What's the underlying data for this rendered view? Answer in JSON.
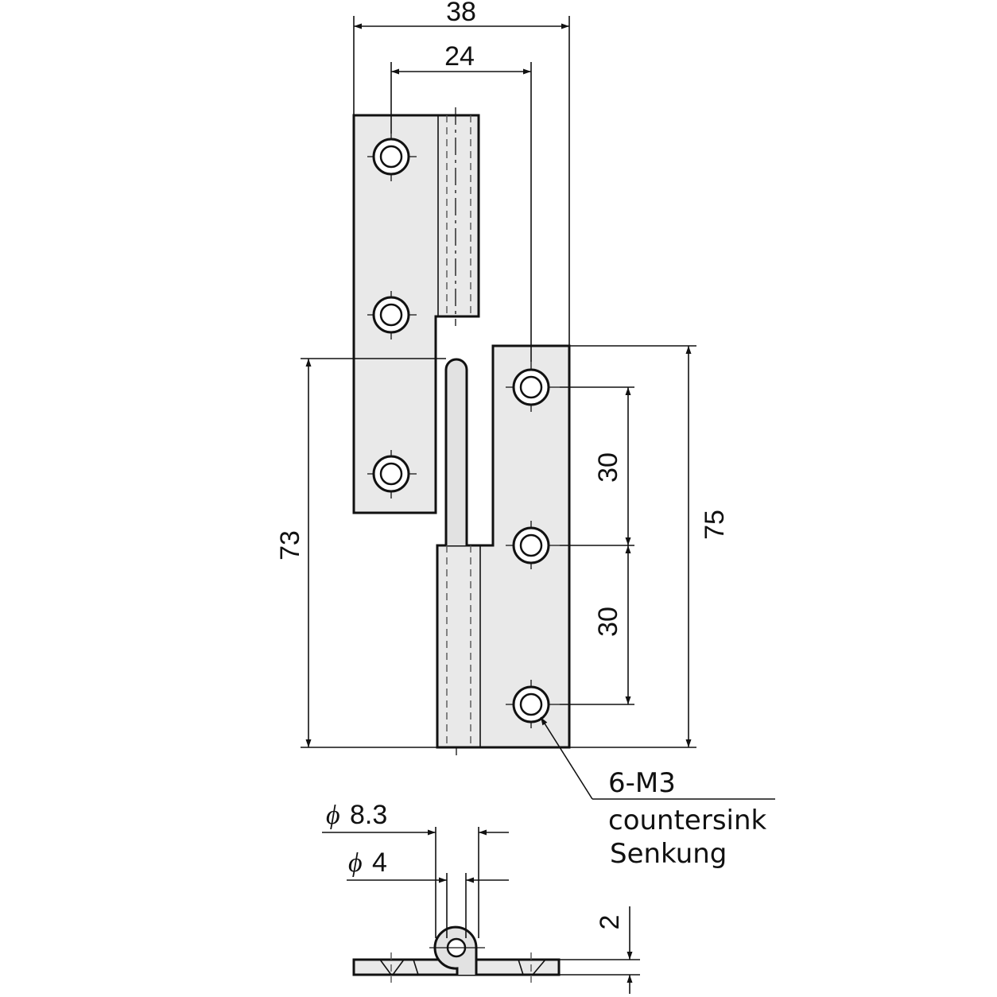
{
  "dimensions": {
    "overall_width": "38",
    "hole_spacing_width": "24",
    "leaf_height_left": "73",
    "leaf_height_right": "75",
    "hole_pitch_upper": "30",
    "hole_pitch_lower": "30",
    "barrel_outer_diameter": "8.3",
    "pin_diameter": "4",
    "plate_thickness": "2",
    "diameter_symbol": "ϕ"
  },
  "callout": {
    "holes": "6-M3",
    "line1": "countersink",
    "line2": "Senkung"
  }
}
